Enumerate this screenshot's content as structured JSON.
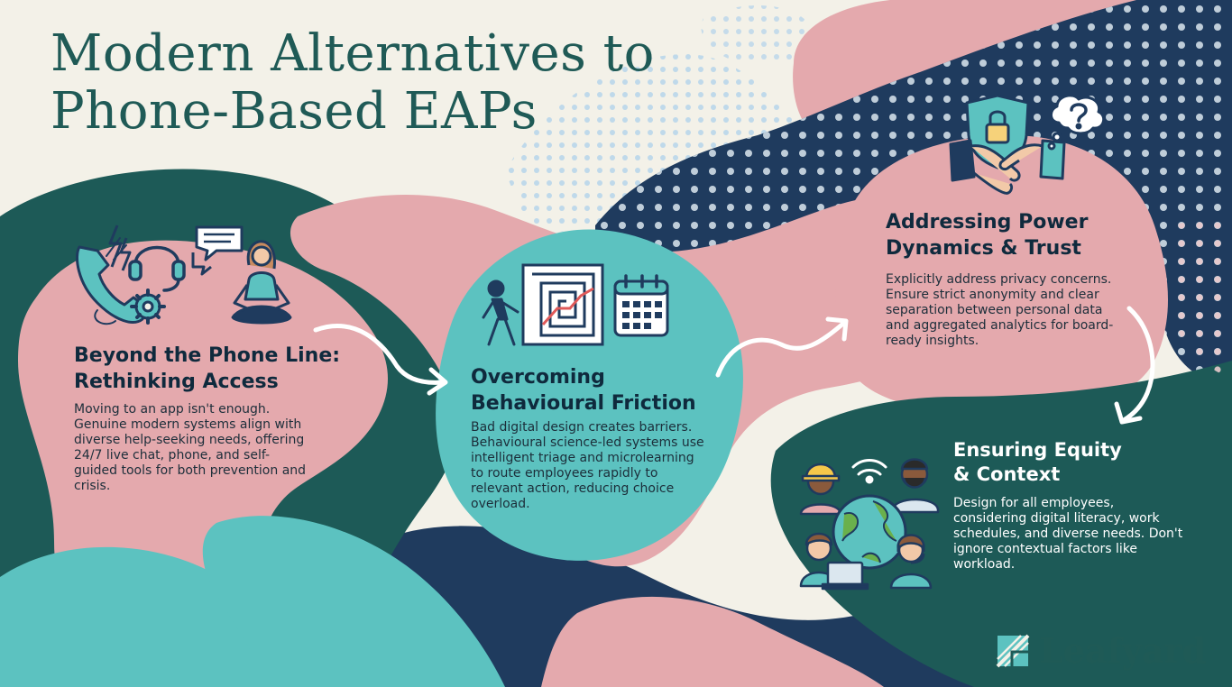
{
  "title": {
    "line1": "Modern Alternatives to",
    "line2": "Phone-Based EAPs"
  },
  "sections": [
    {
      "heading_line1": "Beyond the Phone Line:",
      "heading_line2": "Rethinking Access",
      "body": "Moving to an app isn't enough. Genuine modern systems align with diverse help-seeking needs, offering 24/7 live chat, phone, and self-guided tools for both prevention and crisis."
    },
    {
      "heading_line1": "Overcoming",
      "heading_line2": "Behavioural Friction",
      "body": "Bad digital design creates barriers. Behavioural science-led systems use intelligent triage and microlearning to route employees rapidly to relevant action, reducing choice overload."
    },
    {
      "heading_line1": "Addressing Power",
      "heading_line2": "Dynamics & Trust",
      "body": "Explicitly address privacy concerns. Ensure strict anonymity and clear separation between personal data and aggregated analytics for board-ready insights."
    },
    {
      "heading_line1": "Ensuring Equity",
      "heading_line2": "& Context",
      "body": "Design for all employees, considering digital literacy, work schedules, and diverse needs. Don't ignore contextual factors like workload."
    }
  ],
  "brand": {
    "name": "Leafyard"
  },
  "icons": {
    "section1": [
      "phone-icon",
      "headset-icon",
      "gear-icon",
      "chat-bubble-icon",
      "meditating-person-icon"
    ],
    "section2": [
      "walking-person-icon",
      "maze-icon",
      "calendar-icon"
    ],
    "section3": [
      "shield-lock-icon",
      "handshake-icon",
      "question-bubble-icon"
    ],
    "section4": [
      "globe-icon",
      "worker-avatar-icon",
      "hardhat-worker-icon",
      "bearded-man-icon",
      "laptop-user-icon",
      "headset-agent-icon",
      "wifi-icon"
    ],
    "flow": [
      "arrow-right-icon",
      "arrow-up-right-icon",
      "arrow-down-icon"
    ]
  },
  "colors": {
    "background": "#f3f1e8",
    "pink": "#e4a9ad",
    "teal": "#5cc2c0",
    "dark_teal": "#1d5a57",
    "navy": "#1f3b5e",
    "dots": "#b9d6ea",
    "title": "#1f5a56",
    "text_dark": "#0f2a3d"
  }
}
